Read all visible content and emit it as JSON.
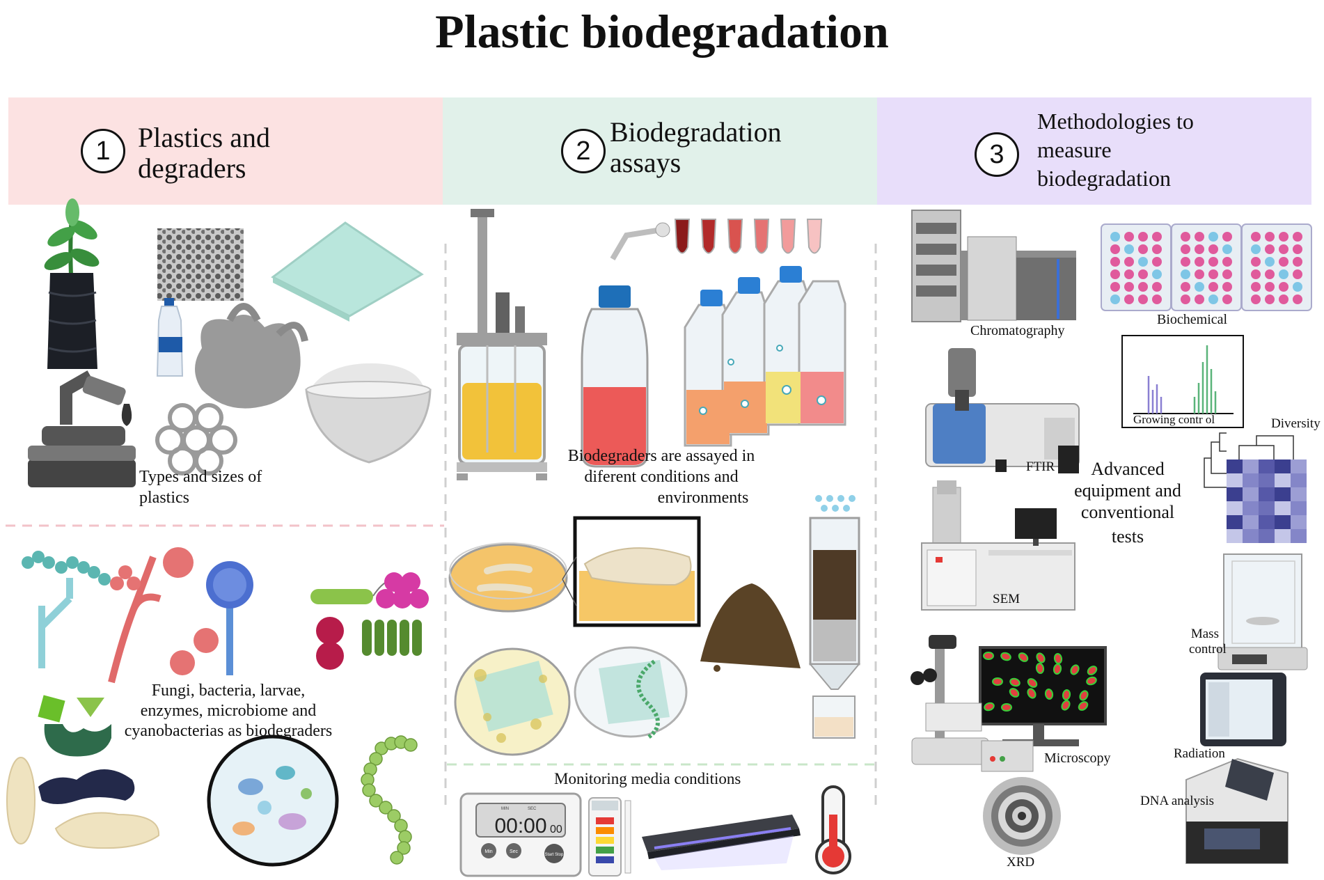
{
  "title": "Plastic biodegradation",
  "colors": {
    "band1": "#fce2e2",
    "band2": "#e1f1ea",
    "band3": "#e8defa",
    "divider": "#cccccc",
    "pink_divider": "#f2c2c8",
    "green_divider": "#c9e6c9"
  },
  "sections": [
    {
      "number": "1",
      "title": [
        "Plastics and",
        "degraders"
      ]
    },
    {
      "number": "2",
      "title": [
        "Biodegradation",
        "assays"
      ]
    },
    {
      "number": "3",
      "title": [
        "Methodologies to",
        "measure",
        "biodegradation"
      ]
    }
  ],
  "labels": {
    "types_sizes": [
      "Types and sizes of",
      "plastics"
    ],
    "degraders": [
      "Fungi, bacteria, larvae,",
      "enzymes, microbiome and",
      "cyanobacterias as biodegraders"
    ],
    "assayed": [
      "Biodegraders are assayed in",
      "diferent conditions and",
      "environments"
    ],
    "monitoring": "Monitoring media conditions",
    "timer_display": "00:00",
    "timer_sub": "00",
    "timer_min": "MIN",
    "timer_sec": "SEC",
    "timer_btn_min": "Min",
    "timer_btn_sec": "Sec",
    "timer_btn_start": "Start Stop",
    "chromatography": "Chromatography",
    "biochemical": "Biochemical",
    "growing_control": "Growing contr ol",
    "diversity": "Diversity",
    "ftir": "FTIR",
    "advanced": [
      "Advanced",
      "equipment and",
      "conventional",
      "tests"
    ],
    "sem": "SEM",
    "mass_control": [
      "Mass",
      "control"
    ],
    "microscopy": "Microscopy",
    "radiation": "Radiation",
    "dna_analysis": "DNA analysis",
    "xrd": "XRD"
  },
  "icons": [
    "plant-pot-icon",
    "foam-cube-icon",
    "plastic-sheet-icon",
    "bottle-icon",
    "plastic-bag-icon",
    "microscope-icon",
    "powder-bowl-icon",
    "ring-carrier-icon",
    "fungi-icon",
    "bacteria-icon",
    "enzyme-icon",
    "larvae-icon",
    "microbiome-icon",
    "cyanobacteria-icon",
    "bioreactor-icon",
    "media-bottle-icon",
    "tubes-icon",
    "culture-flasks-icon",
    "petri-larvae-icon",
    "soil-pile-icon",
    "soil-column-icon",
    "timer-icon",
    "ph-strip-icon",
    "uv-lamp-icon",
    "thermometer-icon",
    "hplc-icon",
    "well-plate-icon",
    "chart-icon",
    "heatmap-icon",
    "ftir-icon",
    "sem-icon",
    "balance-icon",
    "fluorescence-microscope-icon",
    "radiation-chamber-icon",
    "dna-machine-icon",
    "xrd-icon"
  ]
}
